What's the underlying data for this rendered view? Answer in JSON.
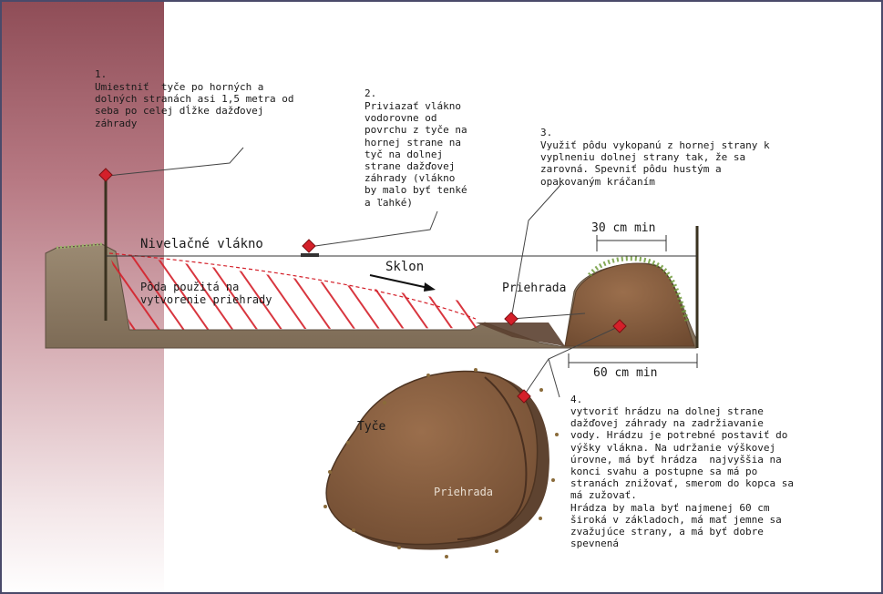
{
  "steps": {
    "s1": {
      "number": "1.",
      "text": "Umiestniť  tyče po horných a\ndolných stranách asi 1,5 metra od\nseba po celej dĺžke dažďovej\nzáhrady"
    },
    "s2": {
      "number": "2.",
      "text": "Priviazať vlákno\nvodorovne od\npovrchu z tyče na\nhornej strane na\ntyč na dolnej\nstrane dažďovej\nzáhrady (vlákno\nby malo byť tenké\na ľahké)"
    },
    "s3": {
      "number": "3.",
      "text": "Využiť pôdu vykopanú z hornej strany k\nvyplneniu dolnej strany tak, že sa\nzarovná. Spevniť pôdu hustým a\nopakovaným kráčaním"
    },
    "s4": {
      "number": "4.",
      "text": "vytvoriť hrádzu na dolnej strane\ndažďovej záhrady na zadržiavanie\nvody. Hrádzu je potrebné postaviť do\nvýšky vlákna. Na udržanie výškovej\núrovne, má byť hrádza  najvyššia na\nkonci svahu a postupne sa má po\nstranách znižovať, smerom do kopca sa\nmá zužovať.\nHrádza by mala byť najmenej 60 cm\nširoká v základoch, má mať jemne sa\nzvažujúce strany, a má byť dobre\nspevnená"
    }
  },
  "labels": {
    "level_string": "Nivelačné vlákno",
    "slope": "Sklon",
    "berm_side": "Priehrada",
    "soil_used": "Pôda použitá na\nvytvorenie priehrady",
    "width_top": "30 cm min",
    "width_base": "60 cm min",
    "stakes": "Tyče",
    "berm_plan": "Priehrada"
  },
  "colors": {
    "gradient_top": "#8f4d57",
    "soil": "#8e7c66",
    "berm": "#8a6040",
    "marker": "#d4202a",
    "hatch": "#d4202a",
    "grass": "#6f9a3a"
  }
}
